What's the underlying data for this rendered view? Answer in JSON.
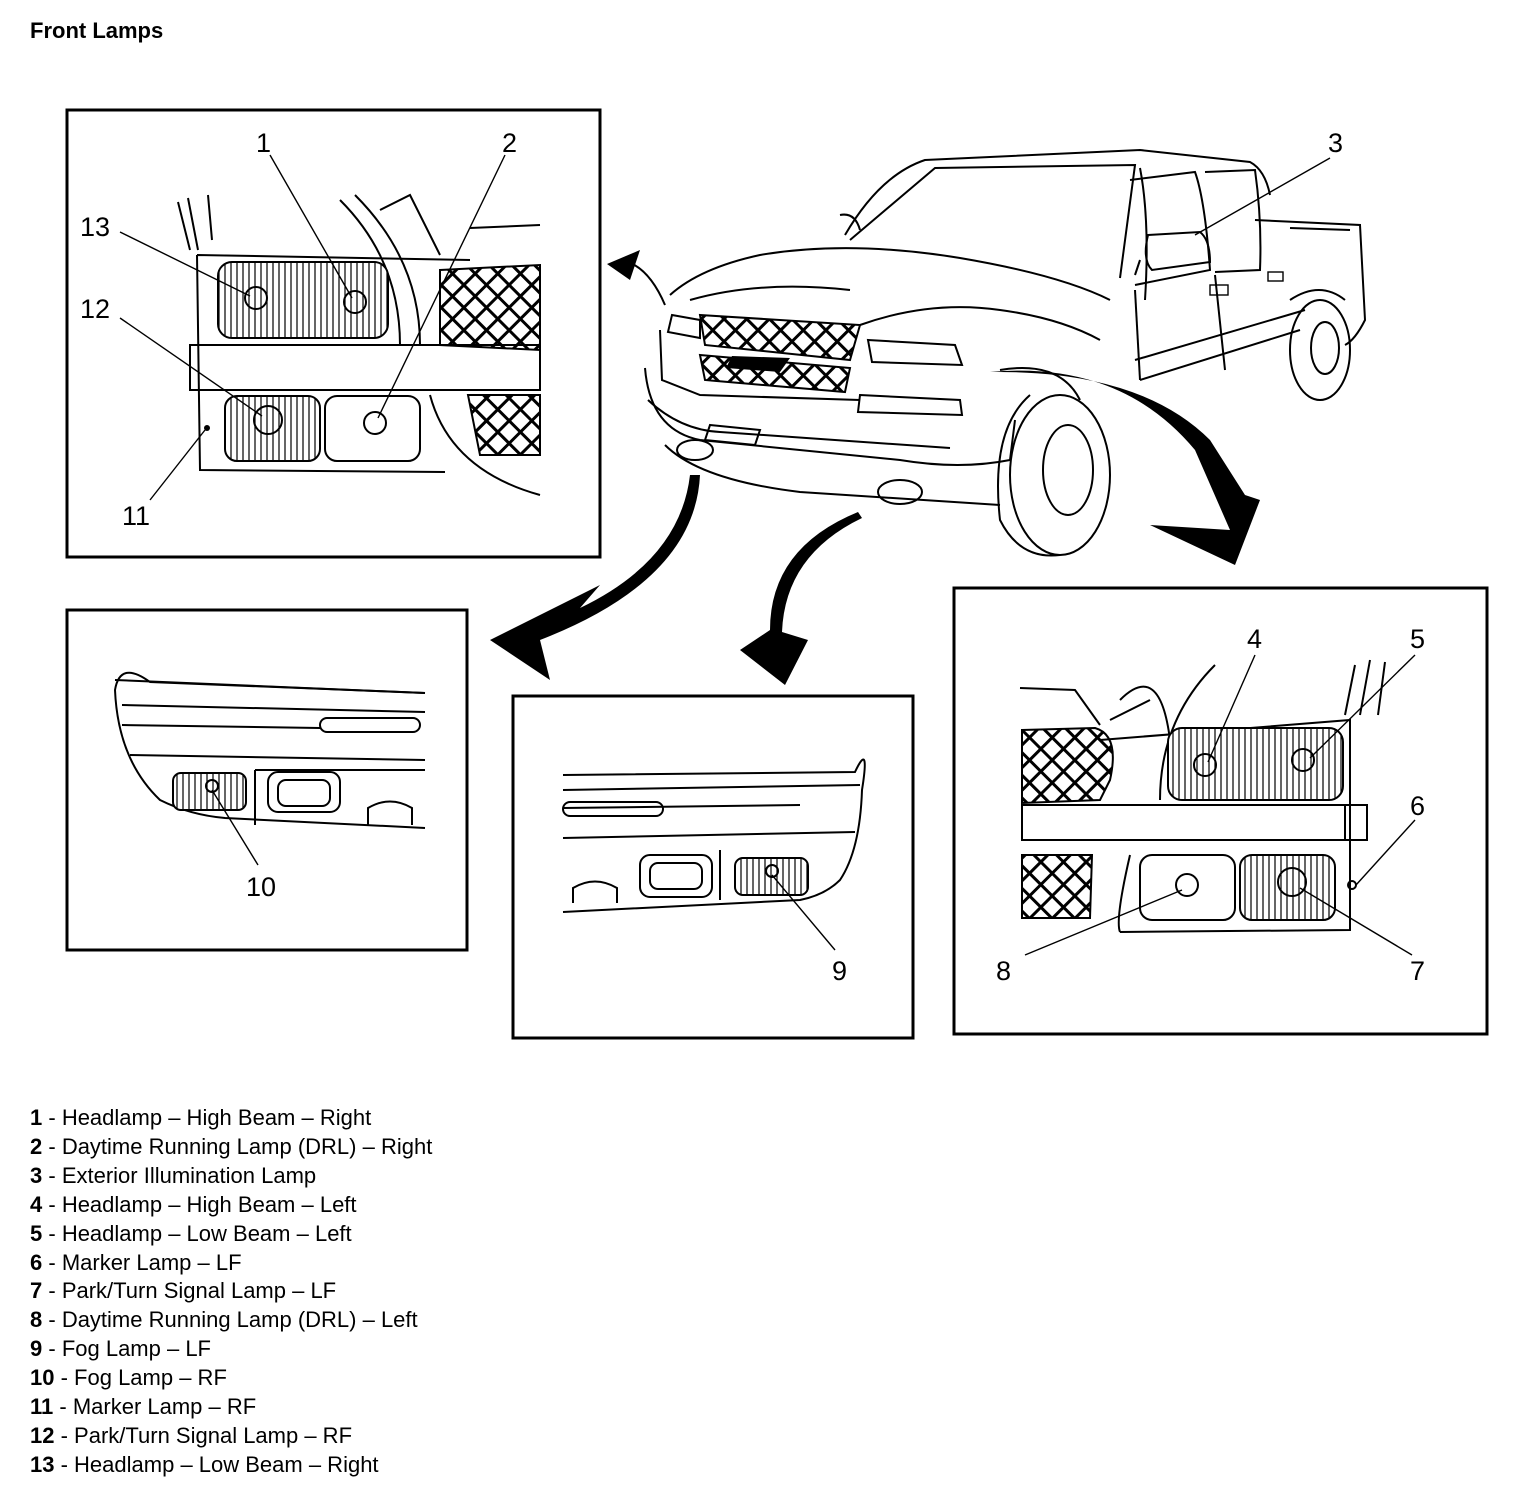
{
  "title": "Front Lamps",
  "callouts": [
    "1",
    "2",
    "3",
    "4",
    "5",
    "6",
    "7",
    "8",
    "9",
    "10",
    "11",
    "12",
    "13"
  ],
  "legend": [
    {
      "num": "1",
      "sep": " - ",
      "text": "Headlamp – High Beam – Right"
    },
    {
      "num": "2",
      "sep": " - ",
      "text": "Daytime Running Lamp (DRL) – Right"
    },
    {
      "num": "3",
      "sep": " - ",
      "text": "Exterior Illumination Lamp"
    },
    {
      "num": "4",
      "sep": " - ",
      "text": "Headlamp – High Beam – Left"
    },
    {
      "num": "5",
      "sep": " - ",
      "text": "Headlamp – Low Beam – Left"
    },
    {
      "num": "6",
      "sep": " - ",
      "text": "Marker Lamp – LF"
    },
    {
      "num": "7",
      "sep": " - ",
      "text": "Park/Turn Signal Lamp – LF"
    },
    {
      "num": "8",
      "sep": " - ",
      "text": "Daytime Running Lamp (DRL) – Left"
    },
    {
      "num": "9",
      "sep": " - ",
      "text": "Fog Lamp – LF"
    },
    {
      "num": "10",
      "sep": " - ",
      "text": "Fog Lamp – RF"
    },
    {
      "num": "11",
      "sep": " - ",
      "text": "Marker Lamp – RF"
    },
    {
      "num": "12",
      "sep": " - ",
      "text": "Park/Turn Signal Lamp – RF"
    },
    {
      "num": "13",
      "sep": " - ",
      "text": "Headlamp – Low Beam – Right"
    }
  ]
}
